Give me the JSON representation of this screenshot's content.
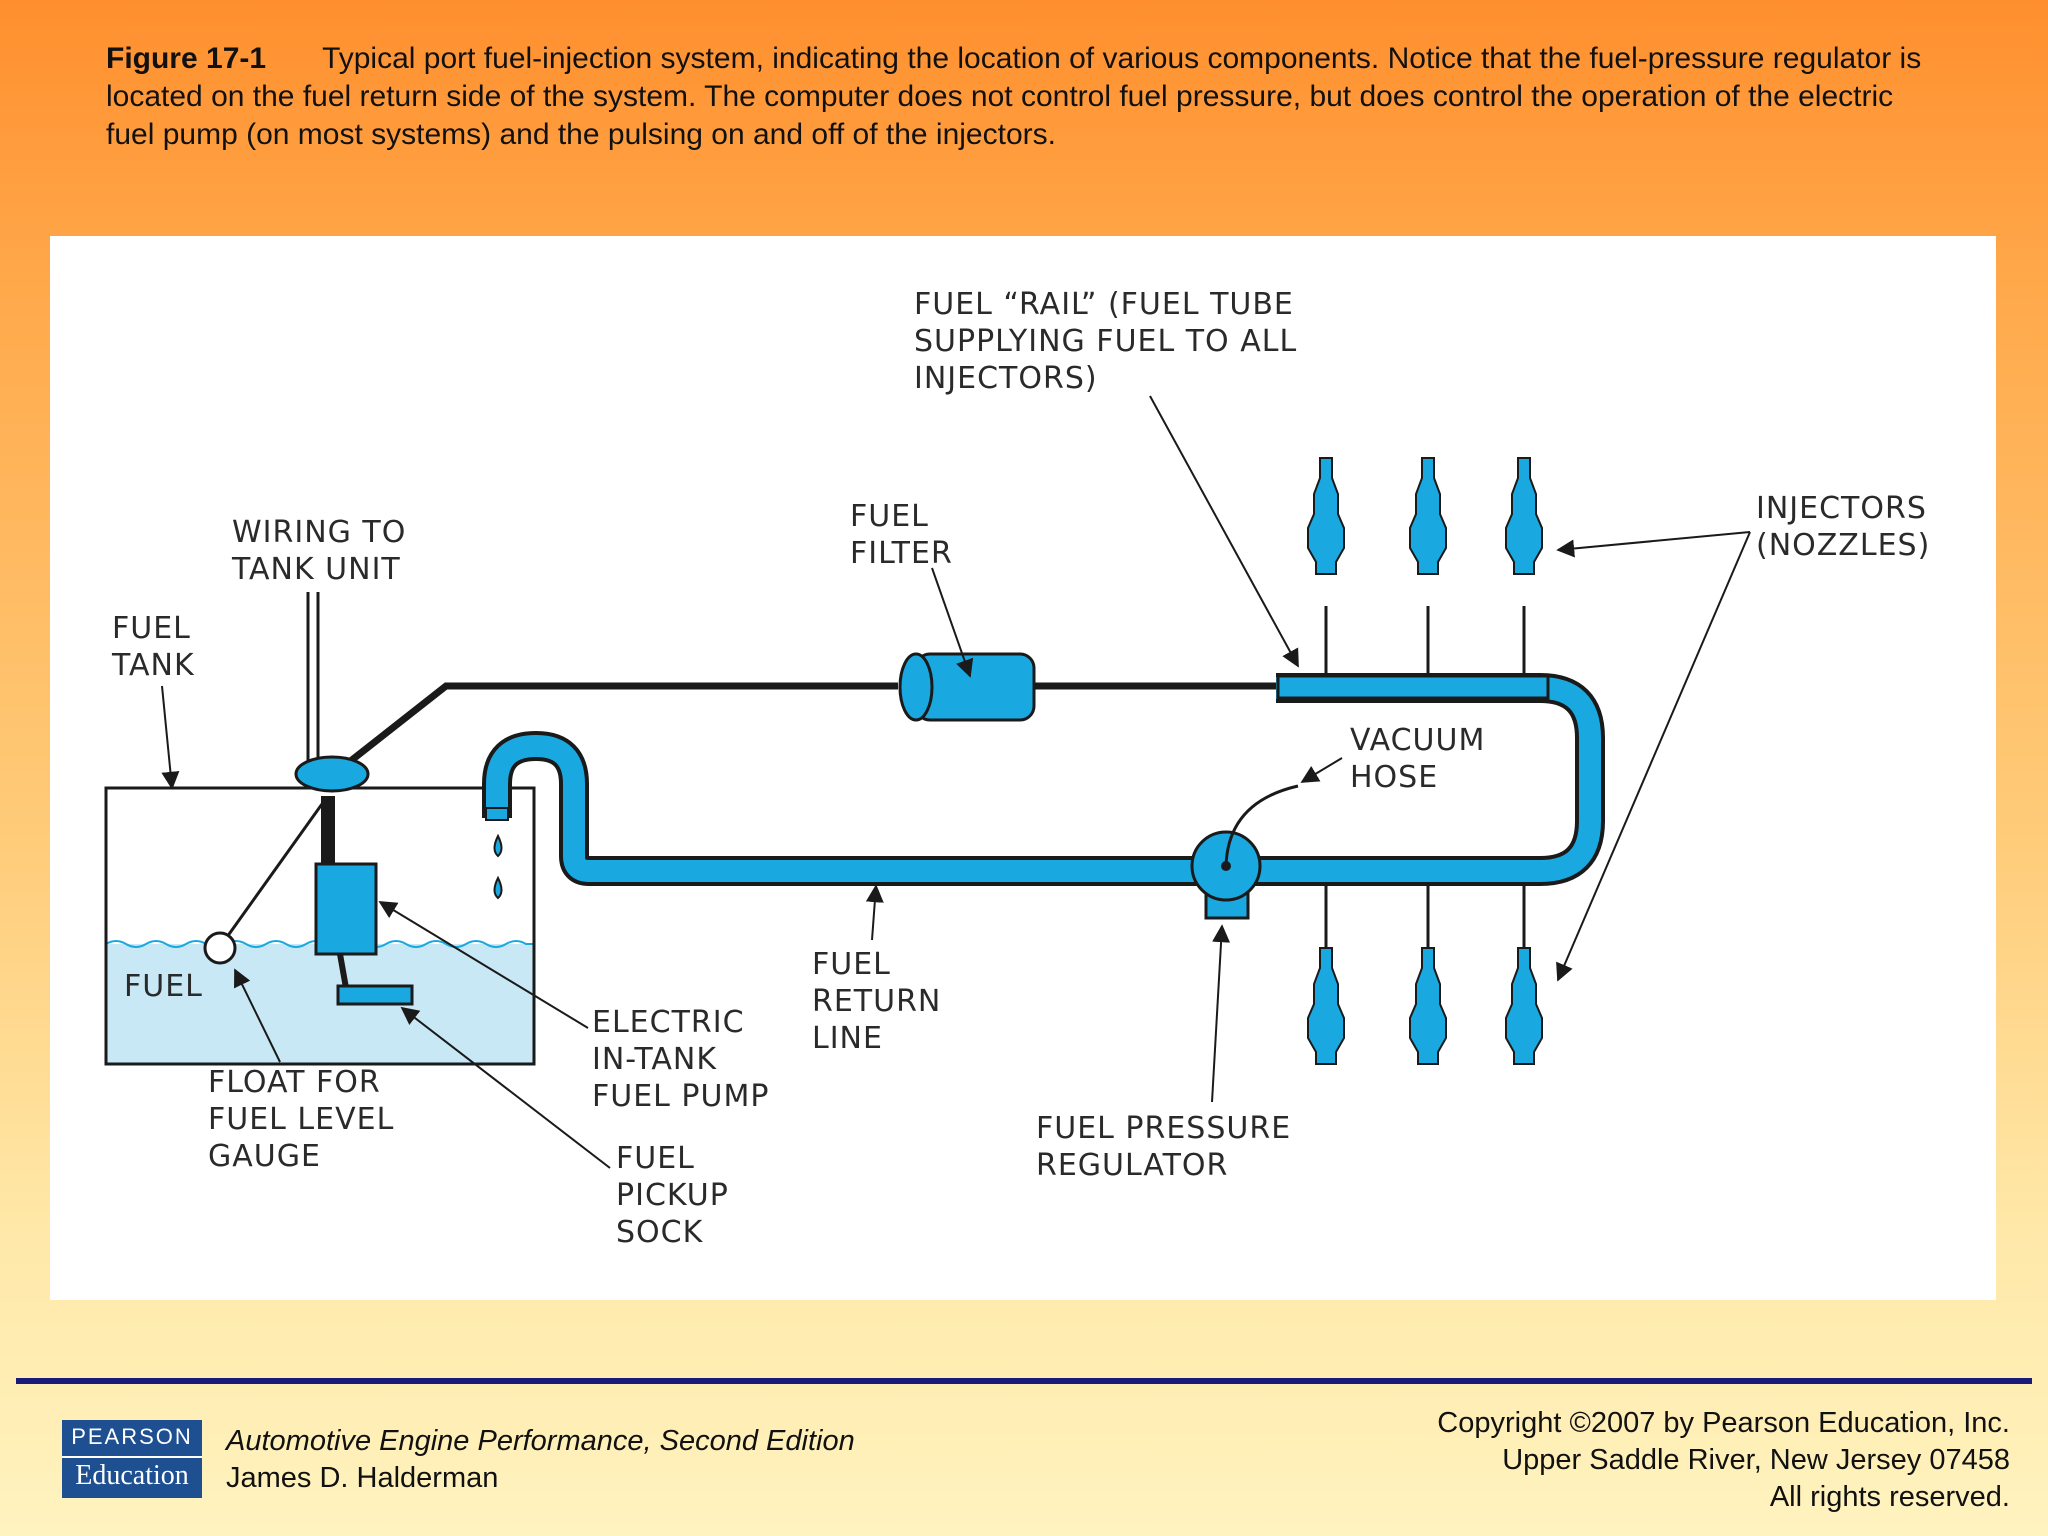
{
  "caption": {
    "figure_label": "Figure 17-1",
    "text": "Typical port fuel-injection system, indicating the location of various components. Notice that the fuel-pressure regulator is located on the fuel return side of the system. The computer does not control fuel pressure, but does control the operation of the electric fuel pump (on most systems) and the pulsing on and off of the injectors."
  },
  "diagram": {
    "colors": {
      "fuel_blue": "#1aa8e0",
      "fuel_light": "#c9e8f6",
      "outline": "#1a1a1a"
    },
    "labels": {
      "fuel_rail": [
        "FUEL “RAIL” (FUEL TUBE",
        "SUPPLYING FUEL TO ALL",
        "INJECTORS)"
      ],
      "fuel_filter": [
        "FUEL",
        "FILTER"
      ],
      "wiring": [
        "WIRING TO",
        "TANK UNIT"
      ],
      "fuel_tank": [
        "FUEL",
        "TANK"
      ],
      "injectors": [
        "INJECTORS",
        "(NOZZLES)"
      ],
      "vacuum_hose": [
        "VACUUM",
        "HOSE"
      ],
      "fuel_in_tank": "FUEL",
      "float": [
        "FLOAT FOR",
        "FUEL LEVEL",
        "GAUGE"
      ],
      "pump": [
        "ELECTRIC",
        "IN-TANK",
        "FUEL PUMP"
      ],
      "return_line": [
        "FUEL",
        "RETURN",
        "LINE"
      ],
      "pickup": [
        "FUEL",
        "PICKUP",
        "SOCK"
      ],
      "regulator": [
        "FUEL PRESSURE",
        "REGULATOR"
      ]
    }
  },
  "footer": {
    "logo_top": "PEARSON",
    "logo_bottom": "Education",
    "book_title": "Automotive Engine Performance, Second Edition",
    "author": "James D. Halderman",
    "copyright_lines": [
      "Copyright ©2007 by Pearson Education, Inc.",
      "Upper Saddle River, New Jersey 07458",
      "All rights reserved."
    ]
  }
}
